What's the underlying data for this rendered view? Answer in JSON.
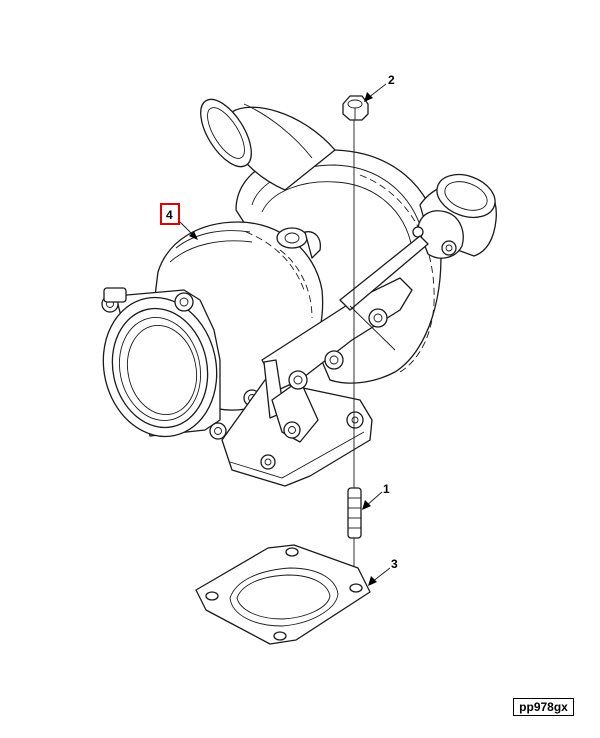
{
  "diagram": {
    "callouts": [
      {
        "id": "c1",
        "label": "1"
      },
      {
        "id": "c2",
        "label": "2"
      },
      {
        "id": "c3",
        "label": "3"
      },
      {
        "id": "c4",
        "label": "4",
        "highlighted": true
      }
    ],
    "reference_code": "pp978gx",
    "colors": {
      "line": "#1a1a1a",
      "highlight": "#e00000",
      "background": "#ffffff"
    }
  }
}
